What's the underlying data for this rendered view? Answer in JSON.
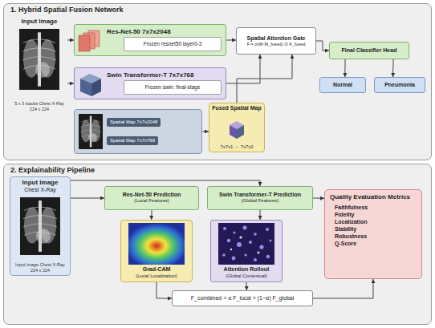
{
  "diagram": {
    "nodes": [
      {
        "text": [
          "1. Hybrid Spatial Fusion Network"
        ]
      },
      {
        "text": [
          "Input Image",
          "5 x 3 stacks Chest X-Ray 224 x 224"
        ],
        "in": 0
      },
      {
        "text": [
          "Res-Net-50 7x7x2048"
        ],
        "in": 0
      },
      {
        "text": [
          "Frozen resnet50 layer0-3"
        ],
        "in": 2
      },
      {
        "text": [
          "Swin Transformer-T 7x7x768"
        ],
        "in": 0
      },
      {
        "text": [
          "Frozen swin: final-stage"
        ],
        "in": 4
      },
      {
        "text": [
          "Spatial Attention Gate",
          "F = σ(W·M_fused) ⊙ F_fused"
        ],
        "in": 0
      },
      {
        "text": [
          "Final Classifier Head"
        ],
        "in": 0
      },
      {
        "text": [
          "Normal"
        ],
        "in": 0
      },
      {
        "text": [
          "Pneumonia"
        ],
        "in": 0
      },
      {
        "text": [
          "Spatial Map 7x7x2048",
          "Spatial Map 7x7x768"
        ],
        "in": 0
      },
      {
        "text": [
          "Fused Spatial Map",
          "7x7x1 → 7x7x2"
        ],
        "in": 0
      },
      {
        "text": [
          "2. Explainability Pipeline"
        ]
      },
      {
        "text": [
          "Input Image",
          "Chest X-Ray",
          "Input Image Chest X-Ray 224 x 224"
        ],
        "in": 12
      },
      {
        "text": [
          "Res-Net-50 Prediction",
          "(Local Features)"
        ],
        "in": 12
      },
      {
        "text": [
          "Swin Transformer-T Prediction",
          "(Global Features)"
        ],
        "in": 12
      },
      {
        "text": [
          "Grad-CAM",
          "(Local Localization)"
        ],
        "in": 12
      },
      {
        "text": [
          "Attention Rollout",
          "(Global Contextual)"
        ],
        "in": 12
      },
      {
        "text": [
          "F_combined = α F_local + (1−α) F_global"
        ],
        "in": 12
      },
      {
        "text": [
          "Quality Evaluation Metrics",
          "Faithfulness",
          "Fidelity",
          "Localization",
          "Stability",
          "Robustness",
          "Q-Score"
        ],
        "in": 12
      }
    ],
    "edges": [
      {
        "from": 1,
        "to": 2,
        "arrow": "to"
      },
      {
        "from": 1,
        "to": 4,
        "arrow": "to"
      },
      {
        "from": 2,
        "to": 6,
        "arrow": "to"
      },
      {
        "from": 4,
        "to": 6,
        "arrow": "to"
      },
      {
        "from": 6,
        "to": 7,
        "arrow": "to"
      },
      {
        "from": 7,
        "to": 8,
        "arrow": "to"
      },
      {
        "from": 7,
        "to": 9,
        "arrow": "to"
      },
      {
        "from": 10,
        "to": 11,
        "arrow": "to"
      },
      {
        "from": 11,
        "to": 6,
        "arrow": "to"
      },
      {
        "from": 13,
        "to": 14,
        "arrow": "to"
      },
      {
        "from": 13,
        "to": 15,
        "arrow": "to"
      },
      {
        "from": 14,
        "to": 16,
        "arrow": "to"
      },
      {
        "from": 15,
        "to": 17,
        "arrow": "to"
      },
      {
        "from": 16,
        "to": 18,
        "arrow": "to"
      },
      {
        "from": 17,
        "to": 18,
        "arrow": "to"
      },
      {
        "from": 18,
        "to": 19,
        "arrow": "to"
      },
      {
        "from": 15,
        "to": 19,
        "arrow": "to"
      }
    ]
  }
}
